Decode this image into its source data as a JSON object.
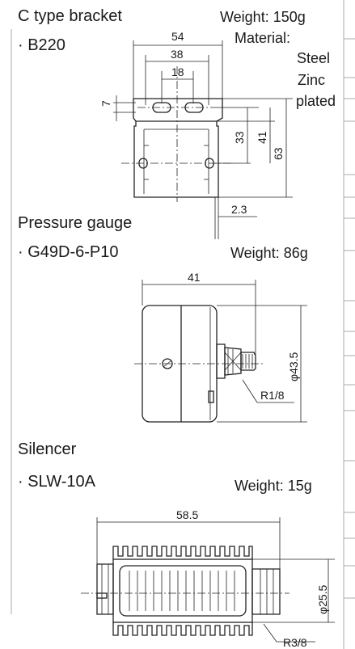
{
  "bracket": {
    "title": "C type bracket",
    "model": "· B220",
    "weight": "Weight: 150g",
    "material_label": "Material:",
    "material_line1": "Steel",
    "material_line2": "Zinc",
    "material_line3": "plated",
    "dims": {
      "w54": "54",
      "w38": "38",
      "w18": "18",
      "h7": "7",
      "h33": "33",
      "h41": "41",
      "h63": "63",
      "t23": "2.3"
    }
  },
  "gauge": {
    "title": "Pressure gauge",
    "model": "· G49D-6-P10",
    "weight": "Weight: 86g",
    "dims": {
      "w41": "41",
      "dia": "φ43.5",
      "thread": "R1/8"
    }
  },
  "silencer": {
    "title": "Silencer",
    "model": "· SLW-10A",
    "weight": "Weight: 15g",
    "dims": {
      "len": "58.5",
      "dia": "φ25.5",
      "thread": "R3/8"
    }
  }
}
